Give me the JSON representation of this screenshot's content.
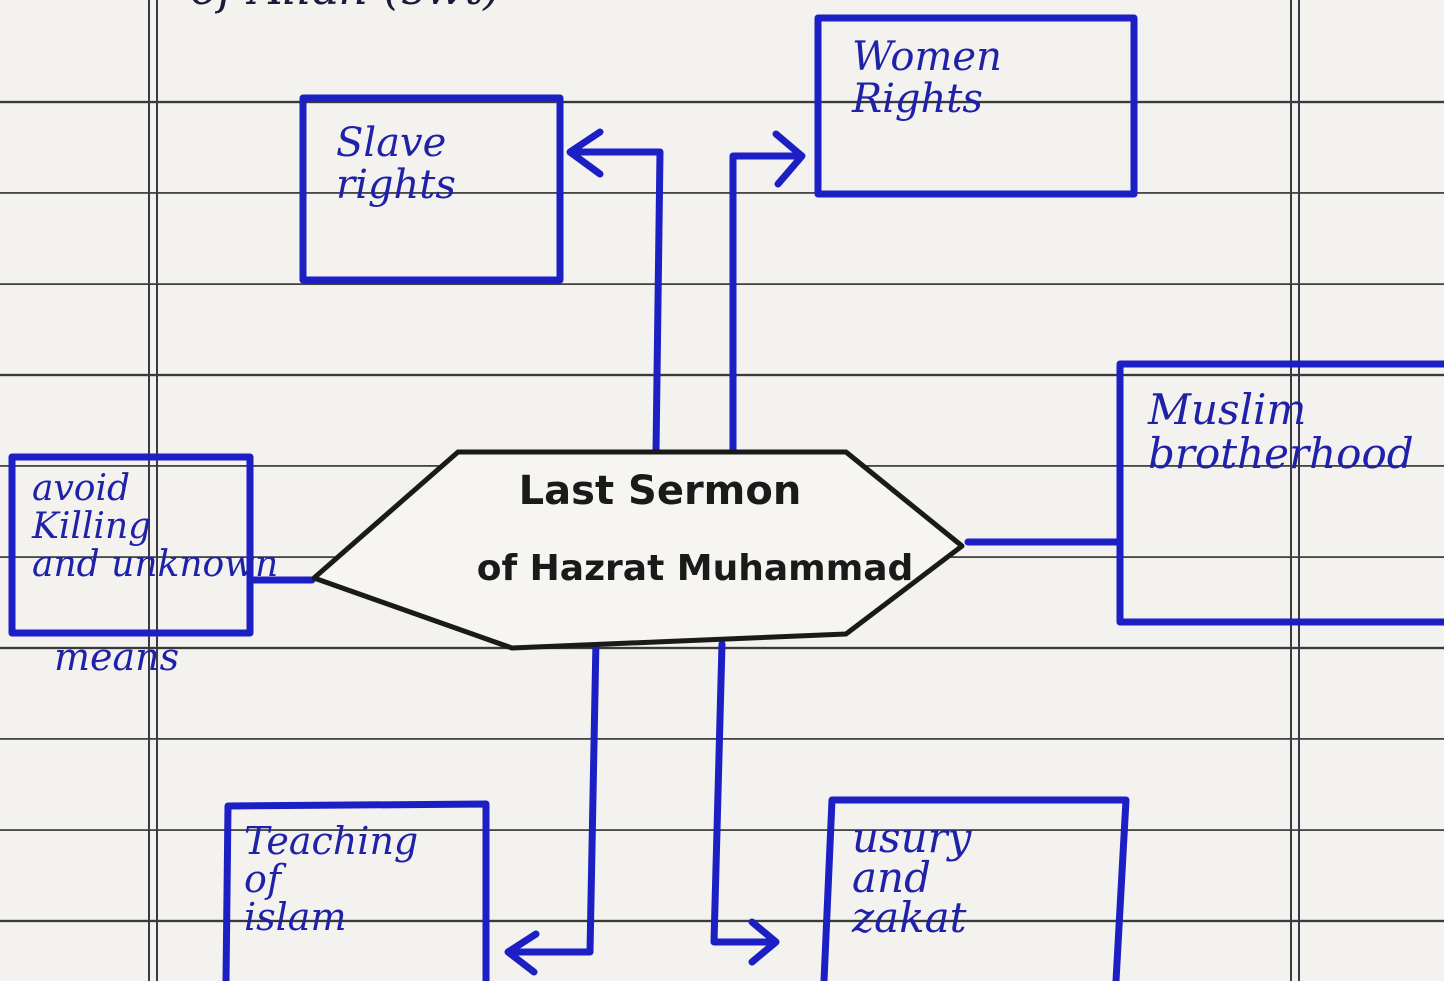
{
  "diagram": {
    "top_fragment": "of Allah (swt)",
    "center": {
      "line1": "Last Sermon",
      "line2": "of Hazrat Muhammad"
    },
    "nodes": {
      "women_rights": "Women\nRights",
      "slave_rights": "Slave\nrights",
      "muslim_brotherhood": "Muslim\nbrotherhood",
      "avoid_killing": "avoid\nKilling\nand unknown",
      "avoid_killing_tail": "means",
      "teaching_of_islam": "Teaching\nof\nislam",
      "usury_and_zakat": "usury\nand\nzakat"
    }
  },
  "colors": {
    "ink_blue": "#1b1fc4",
    "ink_black": "#1a1a1a",
    "paper": "#f3f2ee",
    "rule_line": "#3a3a3a"
  }
}
